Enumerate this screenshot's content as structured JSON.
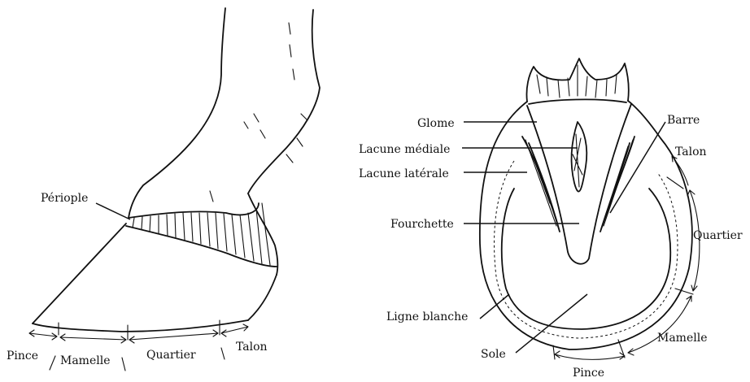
{
  "side_view": {
    "labels": {
      "periople": "Périople",
      "pince": "Pince",
      "mamelle": "Mamelle",
      "quartier": "Quartier",
      "talon": "Talon"
    }
  },
  "sole_view": {
    "labels": {
      "glome": "Glome",
      "lacune_mediale": "Lacune médiale",
      "lacune_laterale": "Lacune latérale",
      "fourchette": "Fourchette",
      "ligne_blanche": "Ligne blanche",
      "sole": "Sole",
      "barre": "Barre",
      "talon": "Talon",
      "quartier": "Quartier",
      "mamelle": "Mamelle",
      "pince": "Pince"
    }
  }
}
